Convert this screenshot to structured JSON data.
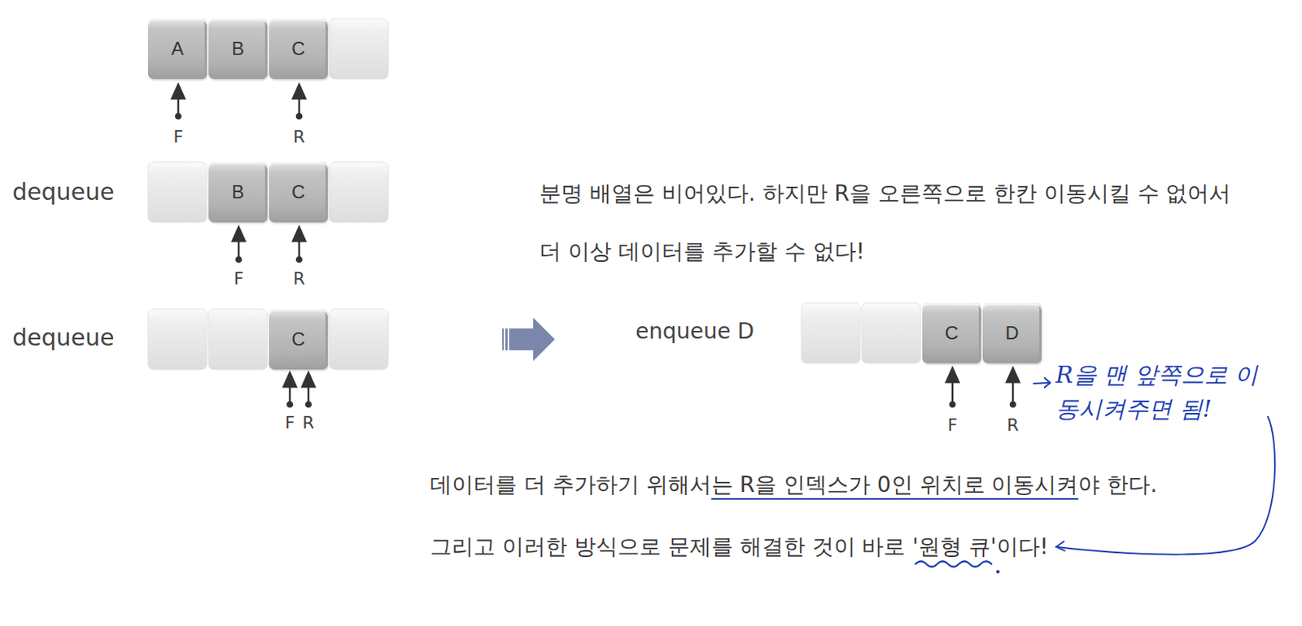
{
  "diagram": {
    "nodes": [
      {
        "text": [
          "A"
        ]
      },
      {
        "text": [
          "B"
        ]
      },
      {
        "text": [
          "C"
        ]
      },
      {
        "text": [
          "B"
        ]
      },
      {
        "text": [
          "C"
        ]
      },
      {
        "text": [
          "C"
        ]
      },
      {
        "text": [
          "C"
        ]
      },
      {
        "text": [
          "D"
        ]
      }
    ],
    "labels": [
      "F",
      "R",
      "dequeue",
      "F",
      "R",
      "dequeue",
      "F",
      "R",
      "분명 배열은 비어있다. 하지만 R을 오른쪽으로 한칸 이동시킬 수 없어서 더 이상 데이터를 추가할 수 없다!",
      "enqueue D",
      "F",
      "R",
      "R을 맨 앞쪽으로 이동시켜주면 됨!",
      "데이터를 더 추가하기 위해서는 R을 인덱스가 0인 위치로 이동시켜야 한다.",
      "그리고 이러한 방식으로 문제를 해결한 것이 바로 '원형 큐'이다!"
    ]
  }
}
